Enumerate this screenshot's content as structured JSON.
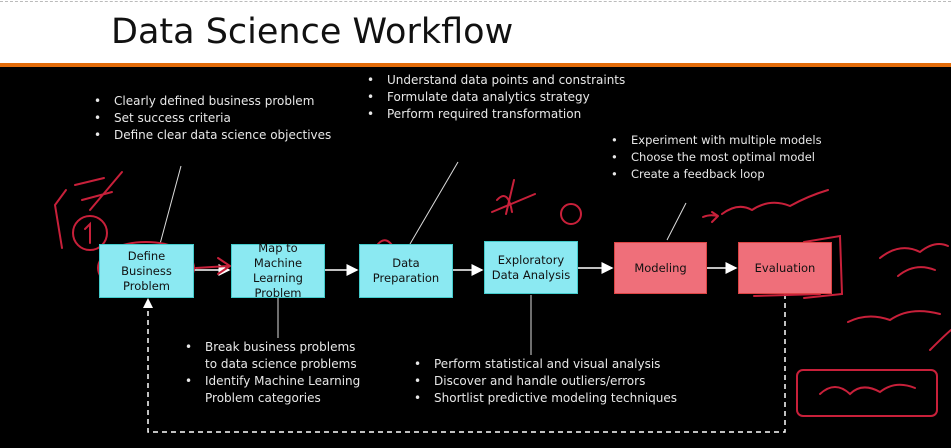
{
  "header": {
    "title": "Data Science Workflow"
  },
  "steps": [
    {
      "label": "Define Business Problem"
    },
    {
      "label": "Map to Machine Learning Problem"
    },
    {
      "label": "Data Preparation"
    },
    {
      "label": "Exploratory Data Analysis"
    },
    {
      "label": "Modeling"
    },
    {
      "label": "Evaluation"
    }
  ],
  "notes": {
    "define_problem": [
      "Clearly defined business problem",
      "Set success criteria",
      "Define clear data science objectives"
    ],
    "data_preparation": [
      "Understand data points and constraints",
      "Formulate data analytics strategy",
      "Perform required transformation"
    ],
    "modeling": [
      "Experiment with multiple models",
      "Choose the most optimal model",
      "Create a feedback loop"
    ],
    "map_to_ml": [
      "Break business problems to data science problems",
      "Identify Machine Learning Problem categories"
    ],
    "eda": [
      "Perform statistical and visual analysis",
      "Discover and handle outliers/errors",
      "Shortlist predictive modeling techniques"
    ]
  },
  "colors": {
    "process_box": "#8be9f2",
    "model_box": "#ef6f7a",
    "accent_bar": "#e36c0a",
    "ink": "#c8203a"
  }
}
